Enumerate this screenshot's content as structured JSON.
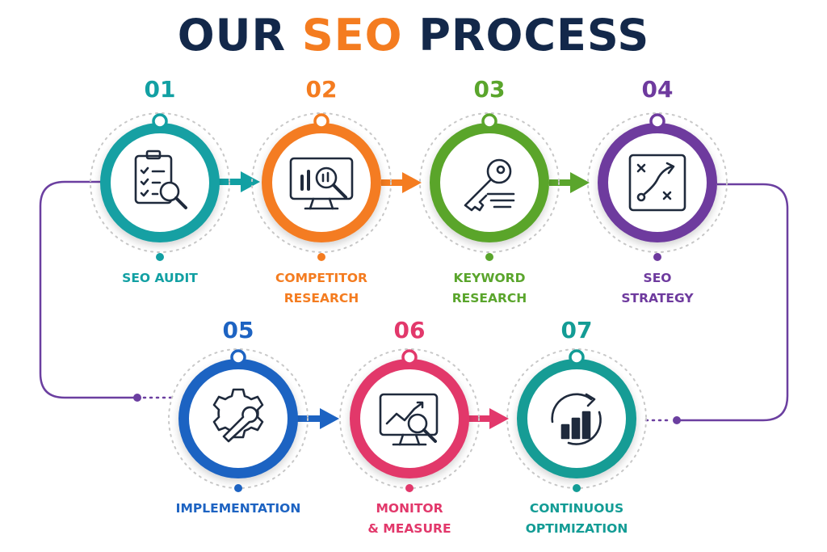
{
  "title": {
    "part1": "OUR",
    "part2": "SEO",
    "part3": "PROCESS"
  },
  "colors": {
    "navy": "#13284a",
    "orange": "#f47c20",
    "flow_line": "#6b3fa0"
  },
  "steps": [
    {
      "number": "01",
      "label_line1": "SEO AUDIT",
      "label_line2": "",
      "color": "#12a0a3",
      "icon": "checklist-search-icon"
    },
    {
      "number": "02",
      "label_line1": "COMPETITOR",
      "label_line2": "RESEARCH",
      "color": "#f47c20",
      "icon": "monitor-chart-search-icon"
    },
    {
      "number": "03",
      "label_line1": "KEYWORD",
      "label_line2": "RESEARCH",
      "color": "#5aa52c",
      "icon": "key-icon"
    },
    {
      "number": "04",
      "label_line1": "SEO",
      "label_line2": "STRATEGY",
      "color": "#6e3a9e",
      "icon": "strategy-board-icon"
    },
    {
      "number": "05",
      "label_line1": "IMPLEMENTATION",
      "label_line2": "",
      "color": "#1d63c2",
      "icon": "gear-wrench-icon"
    },
    {
      "number": "06",
      "label_line1": "MONITOR",
      "label_line2": "& MEASURE",
      "color": "#e2386b",
      "icon": "monitor-analytics-icon"
    },
    {
      "number": "07",
      "label_line1": "CONTINUOUS",
      "label_line2": "OPTIMIZATION",
      "color": "#139c95",
      "icon": "growth-chart-icon"
    }
  ]
}
